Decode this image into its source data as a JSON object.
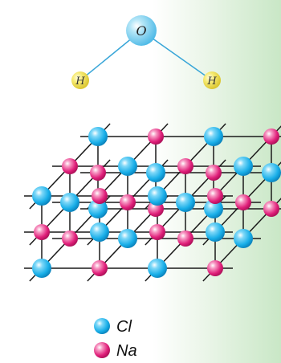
{
  "water_molecule": {
    "oxygen_label": "O",
    "hydrogen_left_label": "H",
    "hydrogen_right_label": "H"
  },
  "legend": [
    {
      "label": "Cl",
      "color": "#18aee8"
    },
    {
      "label": "Na",
      "color": "#e01f7a"
    }
  ],
  "colors": {
    "oxygen": "#62c8ee",
    "hydrogen": "#f3e35a",
    "chlorine": "#18aee8",
    "sodium": "#e01f7a",
    "background_green": "#c9e7c6"
  }
}
